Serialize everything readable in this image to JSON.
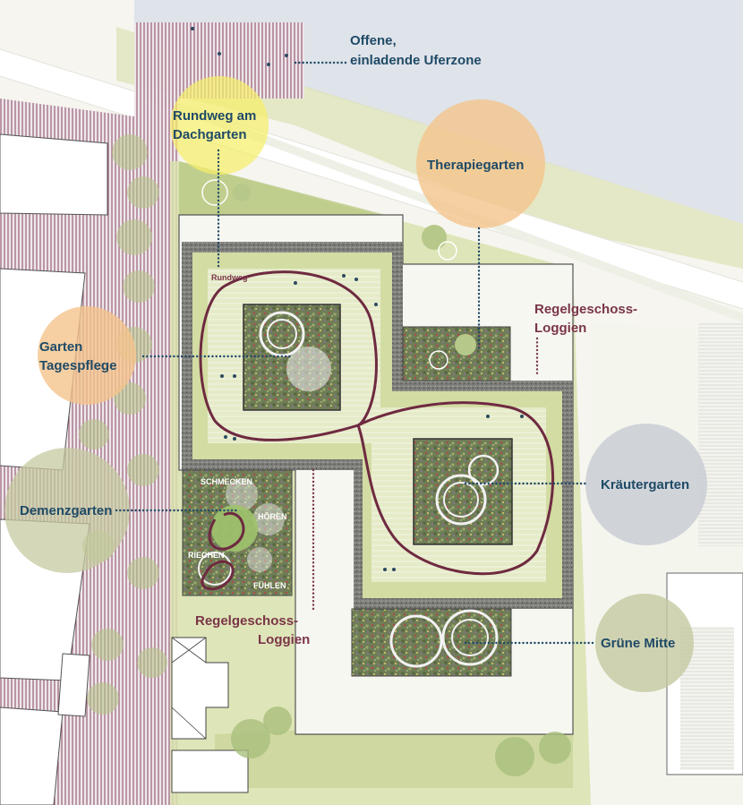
{
  "labels": {
    "uferzone_line1": "Offene,",
    "uferzone_line2": "einladende Uferzone",
    "rundweg_line1": "Rundweg am",
    "rundweg_line2": "Dachgarten",
    "therapiegarten": "Therapiegarten",
    "loggien_top_line1": "Regelgeschoss-",
    "loggien_top_line2": "Loggien",
    "tagespflege_line1": "Garten",
    "tagespflege_line2": "Tagespflege",
    "kraeutergarten": "Kräutergarten",
    "demenzgarten": "Demenzgarten",
    "loggien_bottom_line1": "Regelgeschoss-",
    "loggien_bottom_line2": "Loggien",
    "gruene_mitte": "Grüne Mitte",
    "rundweg_small": "Rundweg",
    "schmecken": "SCHMECKEN",
    "hoeren": "HÖREN",
    "riechen": "RIECHEN",
    "fuehlen": "FÜHLEN"
  },
  "colors": {
    "label_blue": "#1f4a66",
    "label_wine": "#7a3548",
    "path_wine": "#6e2a40",
    "highlight_yellow": "#f5ef6a",
    "highlight_orange": "#f4c48c",
    "highlight_grey_blue": "#c7ccd3",
    "highlight_olive": "#c5c9a0",
    "roof_green": "#cfd8a2",
    "facade_grey": "#6a6a6a",
    "water": "#dfe3ea"
  }
}
